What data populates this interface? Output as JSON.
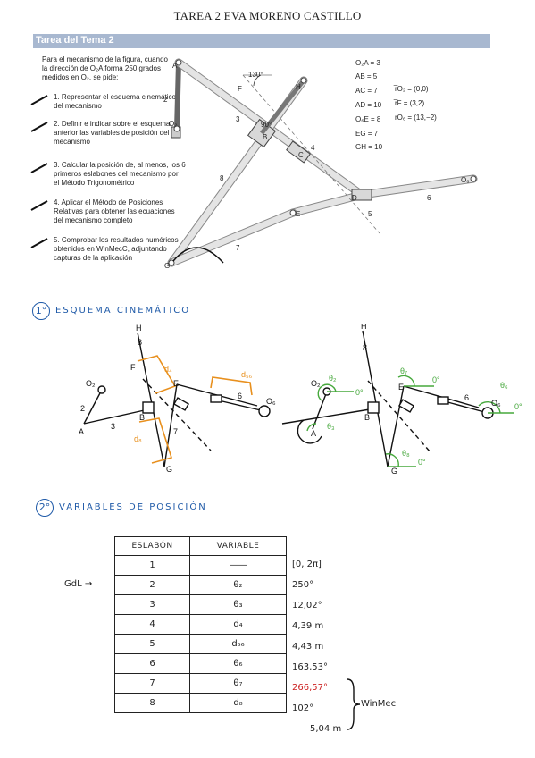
{
  "title": "TAREA 2 EVA MORENO CASTILLO",
  "header": "Tarea del Tema 2",
  "intro": "Para el mecanismo de la figura, cuando la dirección de O₂A forma 250 grados medidos en O₂, se pide:",
  "tasks": [
    "Representar el esquema cinemático del mecanismo",
    "Definir e indicar sobre el esquema anterior las variables de posición del mecanismo",
    "Calcular la posición de, al menos, los 6 primeros eslabones del mecanismo por el Método Trigonométrico",
    "Aplicar el Método de Posiciones Relativas para obtener las ecuaciones del mecanismo completo",
    "Comprobar los resultados numéricos obtenidos en WinMecC, adjuntando capturas de la aplicación"
  ],
  "numbers": [
    "1.",
    "2.",
    "3.",
    "4.",
    "5."
  ],
  "given": {
    "lengths": [
      "O₂A = 3",
      "AB = 5",
      "AC = 7",
      "AD = 10",
      "O₆E = 8",
      "EG = 7",
      "GH = 10"
    ],
    "vectors": [
      "r̅O₂ = (0,0)",
      "r̅F = (3,2)",
      "r̅O₆ = (13,−2)"
    ]
  },
  "figure_labels": {
    "angle": "130°",
    "right": "90°",
    "points": [
      "A",
      "B",
      "C",
      "D",
      "E",
      "F",
      "G",
      "H",
      "O₂",
      "O₆"
    ],
    "links": [
      "2",
      "3",
      "4",
      "5",
      "6",
      "7",
      "8"
    ]
  },
  "section1": {
    "num": "1°",
    "title": "ESQUEMA CINEMÁTICO"
  },
  "section2": {
    "num": "2°",
    "title": "VARIABLES DE POSICIÓN"
  },
  "sketch1": {
    "points": [
      "H",
      "F",
      "O₂",
      "A",
      "B",
      "E",
      "G",
      "O₆"
    ],
    "links": [
      "8",
      "2",
      "3",
      "7",
      "6"
    ],
    "vars": [
      "d₄",
      "d₅₆",
      "d₈"
    ]
  },
  "sketch2": {
    "points": [
      "H",
      "O₂",
      "A",
      "B",
      "E",
      "G",
      "O₆"
    ],
    "links": [
      "8",
      "6"
    ],
    "angles": [
      "θ₂",
      "θ₇",
      "θ₃",
      "θ₈",
      "θ₆"
    ],
    "zero": "0°"
  },
  "table": {
    "headers": [
      "ESLABÓN",
      "VARIABLE"
    ],
    "rows": [
      {
        "link": "1",
        "var": "——",
        "value": "[0, 2π]"
      },
      {
        "link": "2",
        "var": "θ₂",
        "value": "250°"
      },
      {
        "link": "3",
        "var": "θ₃",
        "value": "12,02°"
      },
      {
        "link": "4",
        "var": "d₄",
        "value": "4,39 m"
      },
      {
        "link": "5",
        "var": "d₅₆",
        "value": "4,43 m"
      },
      {
        "link": "6",
        "var": "θ₆",
        "value": "163,53°"
      },
      {
        "link": "7",
        "var": "θ₇",
        "value": "266,57°"
      },
      {
        "link": "8",
        "var": "d₈",
        "value": "102°"
      }
    ],
    "extra_value": "5,04 m",
    "gdl": "GdL →",
    "winmec": "WinMec"
  },
  "colors": {
    "blue": "#1f5aa8",
    "orange": "#e8901e",
    "green": "#46a83c",
    "red": "#cc2222"
  }
}
